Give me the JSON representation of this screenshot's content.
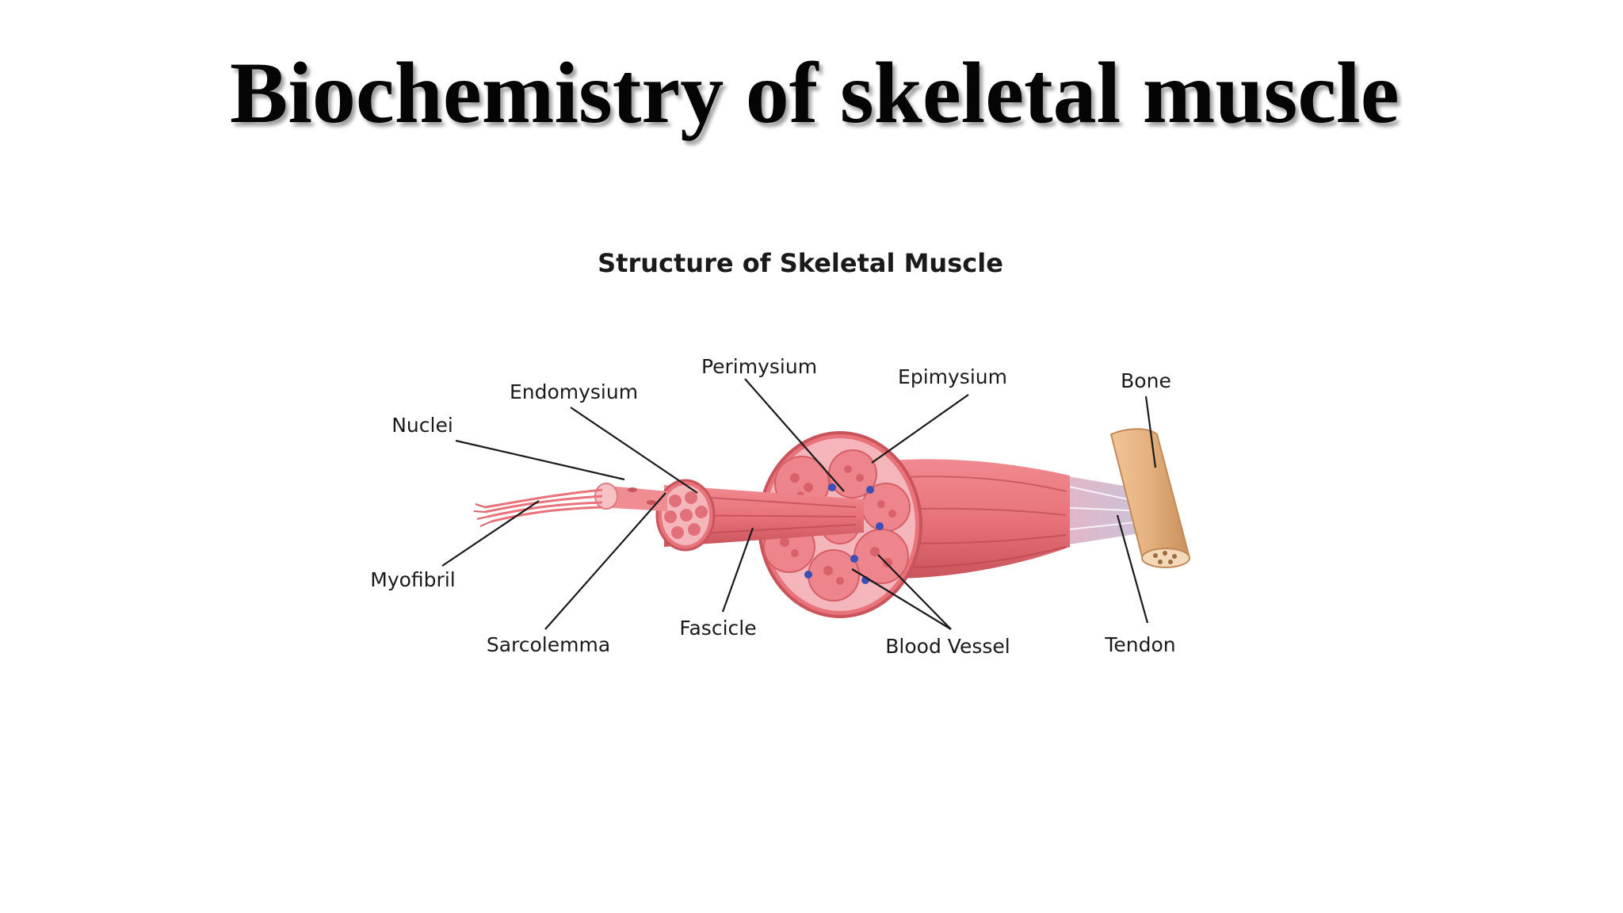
{
  "slide": {
    "title": "Biochemistry of skeletal muscle"
  },
  "diagram": {
    "title": "Structure of Skeletal Muscle",
    "labels": {
      "perimysium": "Perimysium",
      "epimysium": "Epimysium",
      "bone": "Bone",
      "endomysium": "Endomysium",
      "nuclei": "Nuclei",
      "myofibril": "Myofibril",
      "sarcolemma": "Sarcolemma",
      "fascicle": "Fascicle",
      "blood_vessel": "Blood Vessel",
      "tendon": "Tendon"
    },
    "colors": {
      "muscle": "#e8737a",
      "muscle_dark": "#c9545c",
      "muscle_light": "#f5a9ae",
      "tendon": "#c9cbe0",
      "bone": "#e4b07d",
      "blood_vessel": "#3b4fb8"
    }
  }
}
